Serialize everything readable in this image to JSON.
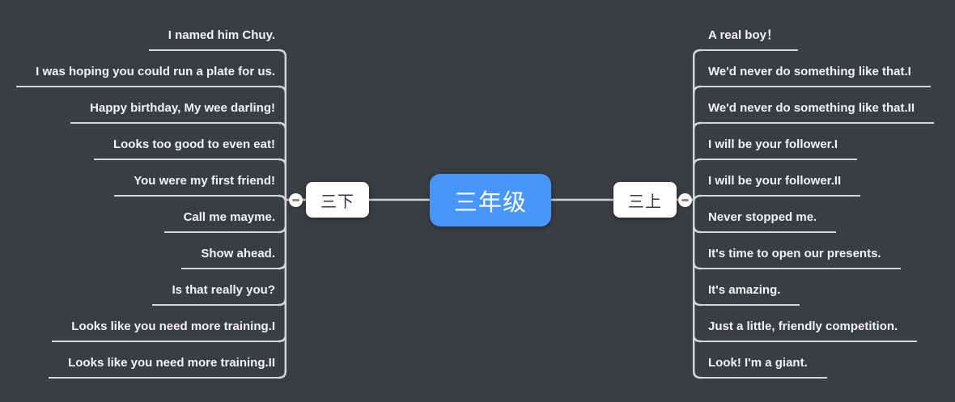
{
  "root": {
    "label": "三年级"
  },
  "branches": {
    "left": {
      "label": "三下",
      "children": [
        "I named him Chuy.",
        "I was hoping you could run a plate for us.",
        "Happy birthday, My wee darling!",
        "Looks too good to even eat!",
        "You were my first friend!",
        "Call me mayme.",
        "Show ahead.",
        "Is that really you?",
        "Looks like you need more training.I",
        "Looks like you need more training.II"
      ]
    },
    "right": {
      "label": "三上",
      "children": [
        "A real boy！",
        "We'd never do something like that.I",
        "We'd never do something like that.II",
        "I will be your follower.I",
        "I will be your follower.II",
        "Never stopped me.",
        "It's time to open our presents.",
        "It's amazing.",
        "Just a little, friendly competition.",
        "Look! I'm a giant."
      ]
    }
  },
  "icons": {
    "collapse_left": "minus-icon",
    "collapse_right": "minus-icon"
  },
  "colors": {
    "background": "#3a3d41",
    "line": "#d3d5d6",
    "root_bg": "#4696fc",
    "root_text": "#ffffff",
    "branch_bg": "#ffffff",
    "branch_text": "#333a43",
    "leaf_text": "#f2f3f5"
  }
}
